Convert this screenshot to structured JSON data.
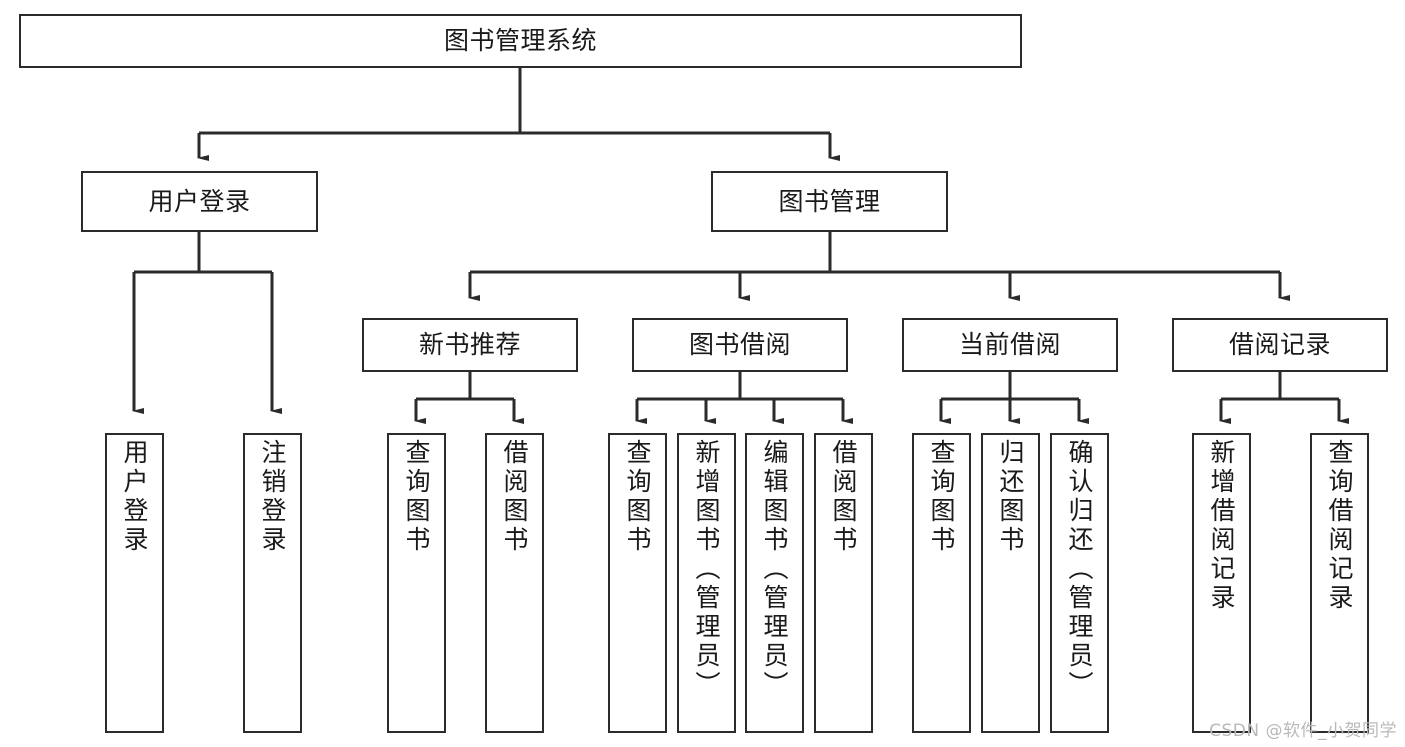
{
  "diagram": {
    "title": "图书管理系统",
    "type": "tree-hierarchy",
    "watermark": "CSDN @软件_小贺同学",
    "stroke_color": "#2b2b2b",
    "fill_color": "#ffffff",
    "text_color": "#1a1a1a",
    "watermark_color": "#b9b9b9"
  },
  "nodes": {
    "root": {
      "label": "图书管理系统",
      "level": 1,
      "orientation": "horizontal"
    },
    "l2": [
      {
        "id": "user-login",
        "label": "用户登录",
        "level": 2,
        "orientation": "horizontal"
      },
      {
        "id": "book-manage",
        "label": "图书管理",
        "level": 2,
        "orientation": "horizontal"
      }
    ],
    "l3": [
      {
        "id": "new-book-recommend",
        "label": "新书推荐",
        "level": 3,
        "orientation": "horizontal"
      },
      {
        "id": "book-borrow",
        "label": "图书借阅",
        "level": 3,
        "orientation": "horizontal"
      },
      {
        "id": "current-borrow",
        "label": "当前借阅",
        "level": 3,
        "orientation": "horizontal"
      },
      {
        "id": "borrow-record",
        "label": "借阅记录",
        "level": 3,
        "orientation": "horizontal"
      }
    ],
    "leaves": [
      {
        "id": "leaf-user-login",
        "label": "用户登录",
        "parent": "user-login",
        "orientation": "vertical"
      },
      {
        "id": "leaf-user-logout",
        "label": "注销登录",
        "parent": "user-login",
        "orientation": "vertical"
      },
      {
        "id": "leaf-query-book-1",
        "label": "查询图书",
        "parent": "new-book-recommend",
        "orientation": "vertical"
      },
      {
        "id": "leaf-borrow-book-1",
        "label": "借阅图书",
        "parent": "new-book-recommend",
        "orientation": "vertical"
      },
      {
        "id": "leaf-query-book-2",
        "label": "查询图书",
        "parent": "book-borrow",
        "orientation": "vertical"
      },
      {
        "id": "leaf-add-book",
        "label": "新增图书（管理员）",
        "parent": "book-borrow",
        "orientation": "vertical"
      },
      {
        "id": "leaf-edit-book",
        "label": "编辑图书（管理员）",
        "parent": "book-borrow",
        "orientation": "vertical"
      },
      {
        "id": "leaf-borrow-book-2",
        "label": "借阅图书",
        "parent": "book-borrow",
        "orientation": "vertical"
      },
      {
        "id": "leaf-query-book-3",
        "label": "查询图书",
        "parent": "current-borrow",
        "orientation": "vertical"
      },
      {
        "id": "leaf-return-book",
        "label": "归还图书",
        "parent": "current-borrow",
        "orientation": "vertical"
      },
      {
        "id": "leaf-confirm-return",
        "label": "确认归还（管理员）",
        "parent": "current-borrow",
        "orientation": "vertical"
      },
      {
        "id": "leaf-add-record",
        "label": "新增借阅记录",
        "parent": "borrow-record",
        "orientation": "vertical"
      },
      {
        "id": "leaf-query-record",
        "label": "查询借阅记录",
        "parent": "borrow-record",
        "orientation": "vertical"
      }
    ]
  }
}
